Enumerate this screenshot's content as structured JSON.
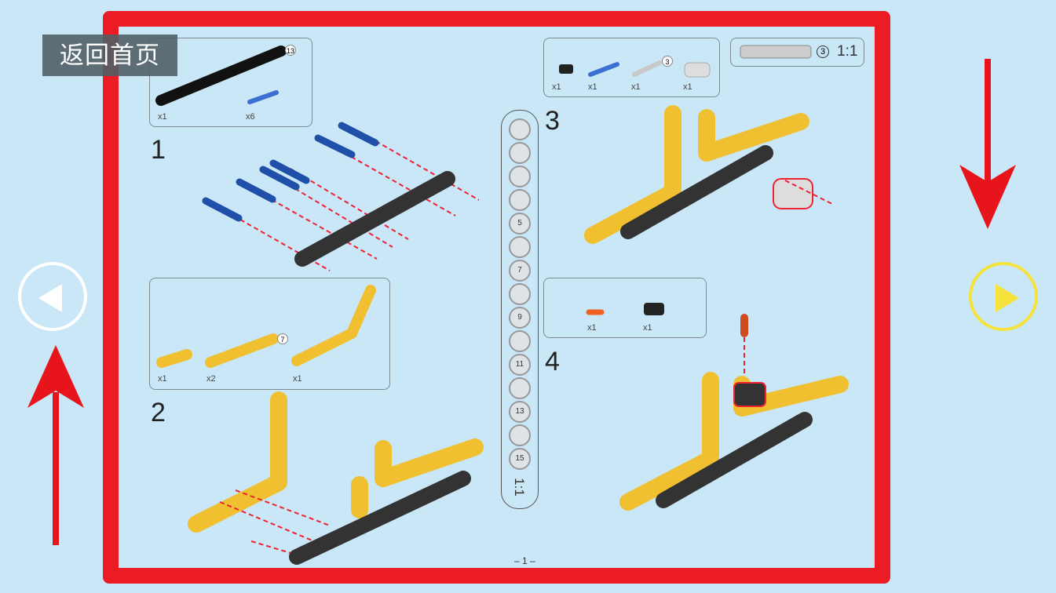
{
  "back_button": {
    "label": "返回首页"
  },
  "nav": {
    "prev": "previous-page",
    "next": "next-page"
  },
  "steps": [
    {
      "number": "1",
      "parts": [
        {
          "name": "black-beam-13",
          "badge": "13",
          "qty": "x1"
        },
        {
          "name": "blue-pin",
          "qty": "x6"
        }
      ]
    },
    {
      "number": "2",
      "parts": [
        {
          "name": "yellow-beam-3",
          "qty": "x1"
        },
        {
          "name": "yellow-beam-7",
          "badge": "7",
          "qty": "x2"
        },
        {
          "name": "yellow-bent-beam",
          "qty": "x1"
        }
      ]
    },
    {
      "number": "3",
      "parts": [
        {
          "name": "black-connector",
          "qty": "x1"
        },
        {
          "name": "blue-pin",
          "qty": "x1"
        },
        {
          "name": "gray-axle-3",
          "badge": "3",
          "qty": "x1"
        },
        {
          "name": "gray-connector",
          "qty": "x1"
        }
      ]
    },
    {
      "number": "4",
      "parts": [
        {
          "name": "orange-pin",
          "qty": "x1"
        },
        {
          "name": "black-connector",
          "qty": "x1"
        }
      ]
    }
  ],
  "axle_scale": {
    "badge": "3",
    "scale": "1:1"
  },
  "ruler": {
    "labels": [
      "5",
      "7",
      "9",
      "11",
      "13",
      "15"
    ],
    "scale": "1:1"
  },
  "page_number": "– 1 –",
  "colors": {
    "frame": "#ec1c24",
    "background": "#c9e7f7",
    "prev_circle": "#ffffff",
    "next_circle": "#f5e23a"
  }
}
